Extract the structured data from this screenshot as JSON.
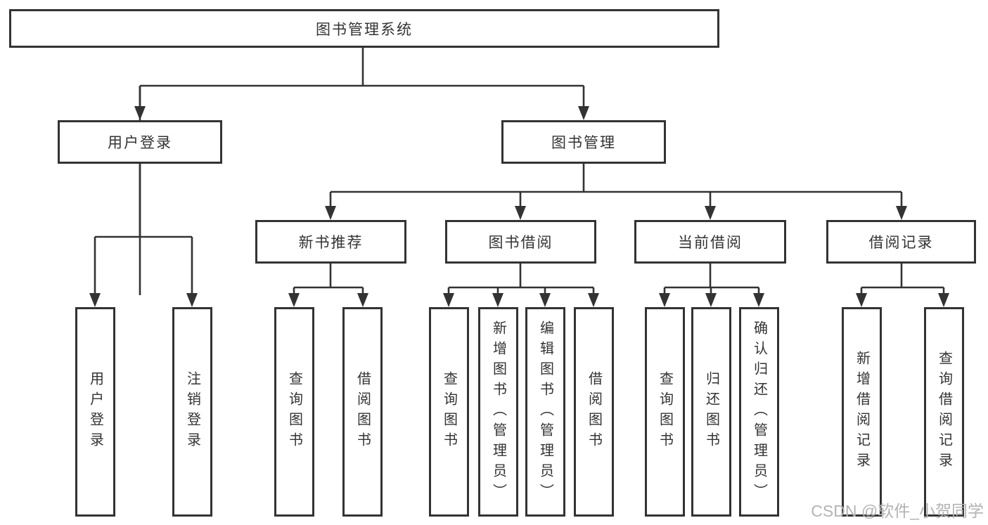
{
  "diagram": {
    "root": "图书管理系统",
    "level2": {
      "user_login": "用户登录",
      "book_mgmt": "图书管理"
    },
    "level3": {
      "new_book": "新书推荐",
      "book_borrow": "图书借阅",
      "current_borrow": "当前借阅",
      "borrow_record": "借阅记录"
    },
    "leaves": {
      "user_login": "用户登录",
      "logout": "注销登录",
      "nb_query": "查询图书",
      "nb_borrow": "借阅图书",
      "bb_query": "查询图书",
      "bb_add": "新增图书（管理员）",
      "bb_edit": "编辑图书（管理员）",
      "bb_borrow": "借阅图书",
      "cb_query": "查询图书",
      "cb_return": "归还图书",
      "cb_confirm": "确认归还（管理员）",
      "br_add": "新增借阅记录",
      "br_query": "查询借阅记录"
    }
  },
  "watermark": "CSDN @软件_小贺同学",
  "colors": {
    "line": "#333333",
    "text": "#333333",
    "box_background": "#ffffff",
    "page_background": "#ffffff",
    "watermark": "#b3b3b3"
  }
}
